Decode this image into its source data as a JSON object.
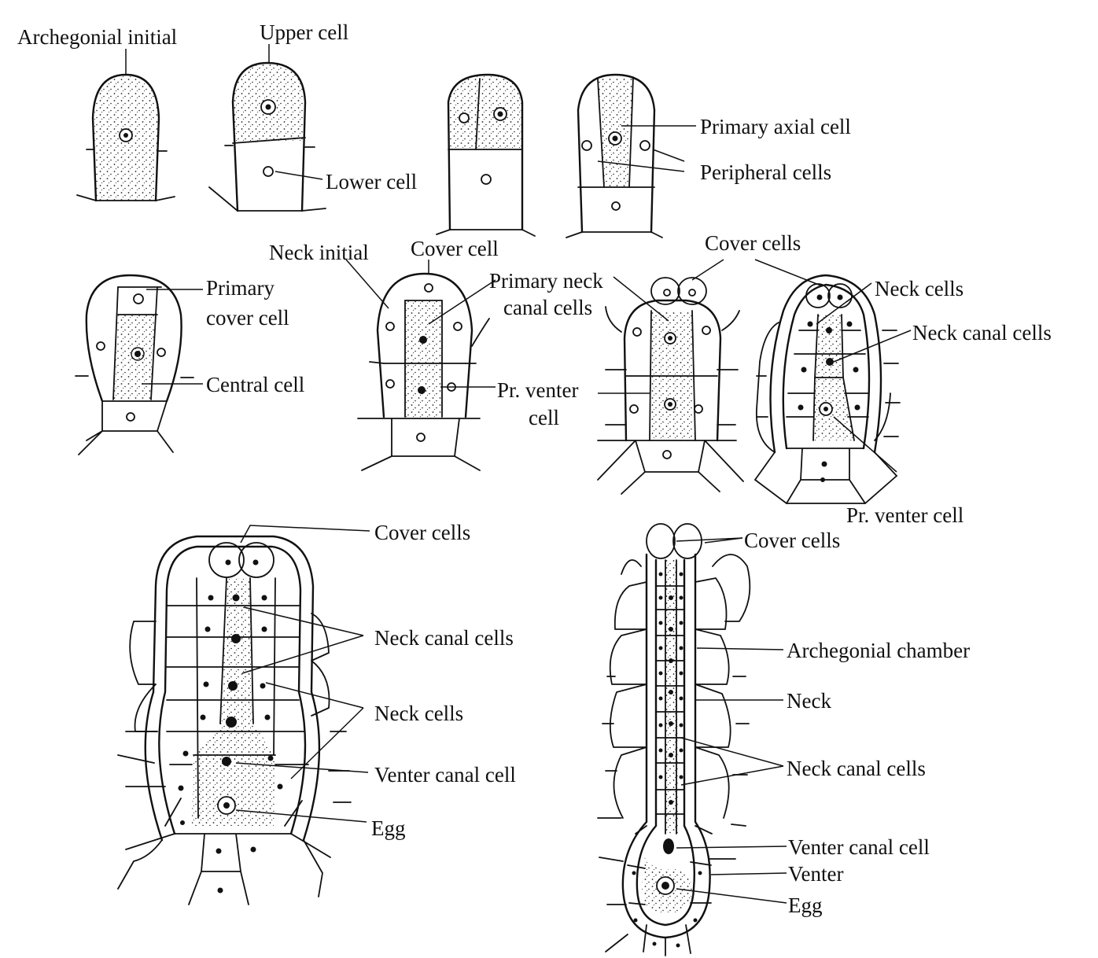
{
  "colors": {
    "ink": "#111111",
    "paper": "#ffffff"
  },
  "labels": {
    "archegonial_initial": "Archegonial initial",
    "upper_cell": "Upper cell",
    "lower_cell": "Lower cell",
    "primary_axial_cell": "Primary axial cell",
    "peripheral_cells": "Peripheral cells",
    "primary_cover_cell_1": "Primary",
    "primary_cover_cell_2": "cover cell",
    "central_cell": "Central cell",
    "neck_initial": "Neck initial",
    "cover_cell": "Cover cell",
    "primary_neck_canal_1": "Primary neck",
    "primary_neck_canal_2": "canal cells",
    "pr_venter_cell_1": "Pr. venter",
    "pr_venter_cell_2": "cell",
    "cover_cells_a": "Cover cells",
    "neck_cells_a": "Neck cells",
    "neck_canal_cells_a": "Neck canal cells",
    "pr_venter_cell_b": "Pr. venter cell",
    "cover_cells_b": "Cover cells",
    "neck_canal_cells_b": "Neck canal cells",
    "neck_cells_b": "Neck cells",
    "venter_canal_cell_b": "Venter canal cell",
    "egg_b": "Egg",
    "cover_cells_c": "Cover cells",
    "archegonial_chamber": "Archegonial chamber",
    "neck": "Neck",
    "neck_canal_cells_c": "Neck canal cells",
    "venter_canal_cell_c": "Venter canal cell",
    "venter": "Venter",
    "egg_c": "Egg"
  }
}
